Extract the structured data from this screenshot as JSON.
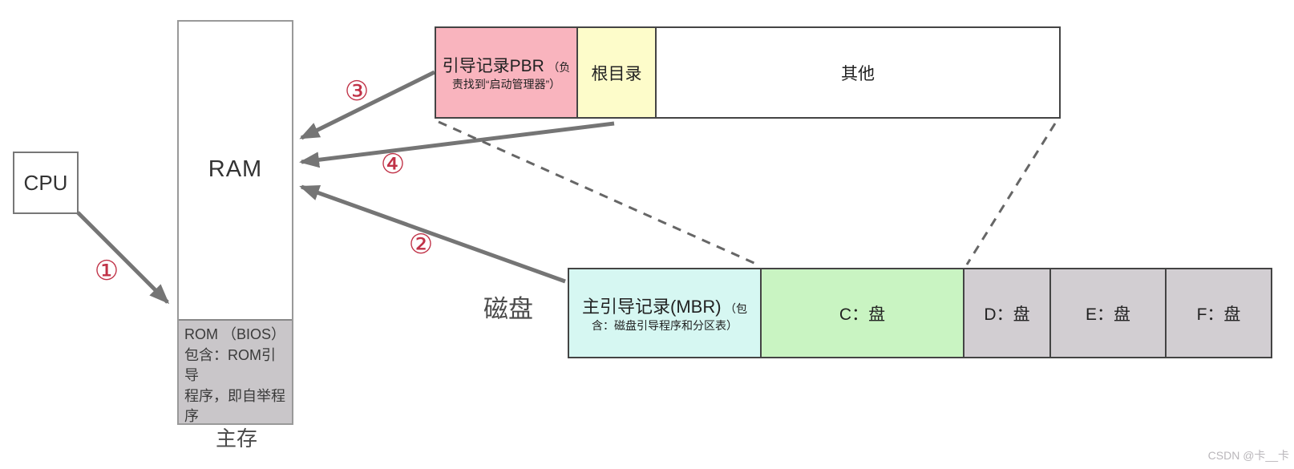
{
  "cpu": {
    "label": "CPU"
  },
  "ram": {
    "label": "RAM"
  },
  "rom": {
    "text": "ROM （BIOS）\n包含：ROM引导\n程序，即自举程\n序"
  },
  "labels": {
    "main_memory": "主存",
    "disk": "磁盘"
  },
  "top_bar": {
    "segments": [
      {
        "name": "pbr",
        "title": "引导记录PBR",
        "note": "（负责找到“启动管理器”）",
        "color": "#f9b4be"
      },
      {
        "name": "root-directory",
        "title": "根目录",
        "note": "",
        "color": "#fdfcca"
      },
      {
        "name": "other",
        "title": "其他",
        "note": "",
        "color": "#ffffff"
      }
    ]
  },
  "disk_bar": {
    "segments": [
      {
        "name": "mbr",
        "title": "主引导记录(MBR)",
        "note": "（包含：磁盘引导程序和分区表）",
        "color": "#d6f7f2"
      },
      {
        "name": "c-drive",
        "title": "C：盘",
        "note": "",
        "color": "#c9f4c2"
      },
      {
        "name": "d-drive",
        "title": "D：盘",
        "note": "",
        "color": "#d2ced2"
      },
      {
        "name": "e-drive",
        "title": "E：盘",
        "note": "",
        "color": "#d2ced2"
      },
      {
        "name": "f-drive",
        "title": "F：盘",
        "note": "",
        "color": "#d2ced2"
      }
    ]
  },
  "steps": {
    "s1": "①",
    "s2": "②",
    "s3": "③",
    "s4": "④"
  },
  "watermark": "CSDN @卡__卡",
  "colors": {
    "arrow": "#757575",
    "step_number": "#c03247",
    "bar_border": "#444444",
    "rom_bg": "#c9c6c9"
  }
}
